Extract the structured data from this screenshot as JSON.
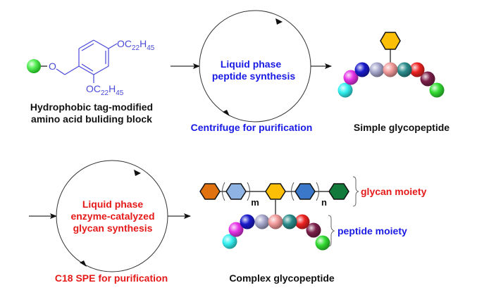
{
  "building_block": {
    "substituent_top": {
      "main": "OC",
      "sub1": "22",
      "mid": "H",
      "sub2": "45"
    },
    "substituent_bottom": {
      "main": "OC",
      "sub1": "22",
      "mid": "H",
      "sub2": "45"
    },
    "oxygen_label": "O",
    "caption_line1": "Hydrophobic tag-modified",
    "caption_line2": "amino acid buliding block"
  },
  "cycle_peptide": {
    "title_line1": "Liquid phase",
    "title_line2": "peptide synthesis",
    "purification": "Centrifuge for purification"
  },
  "simple_product": {
    "caption": "Simple glycopeptide"
  },
  "cycle_glycan": {
    "title_line1": "Liquid phase",
    "title_line2": "enzyme-catalyzed",
    "title_line3": "glycan synthesis",
    "purification": "C18 SPE for purification"
  },
  "complex_product": {
    "caption": "Complex glycopeptide",
    "repeat_m": "m",
    "repeat_n": "n",
    "glycan_label": "glycan moiety",
    "peptide_label": "peptide moiety"
  },
  "colors": {
    "blue_text": "#1a1ae6",
    "red_text": "#e61919",
    "structure_blue": "#4a4ad9",
    "tag_green": "#33e633",
    "hex_orange": "#e0720f",
    "hex_lightblue": "#8fb4e3",
    "hex_yellow": "#fbbf08",
    "hex_blue": "#3b78c9",
    "hex_green": "#127a3a"
  },
  "bead_colors": [
    "#33f0f0",
    "#e633e6",
    "#1a1acc",
    "#a6a6cc",
    "#f29999",
    "#2a8c8c",
    "#ee2222",
    "#7a1f4a",
    "#33dd33"
  ]
}
